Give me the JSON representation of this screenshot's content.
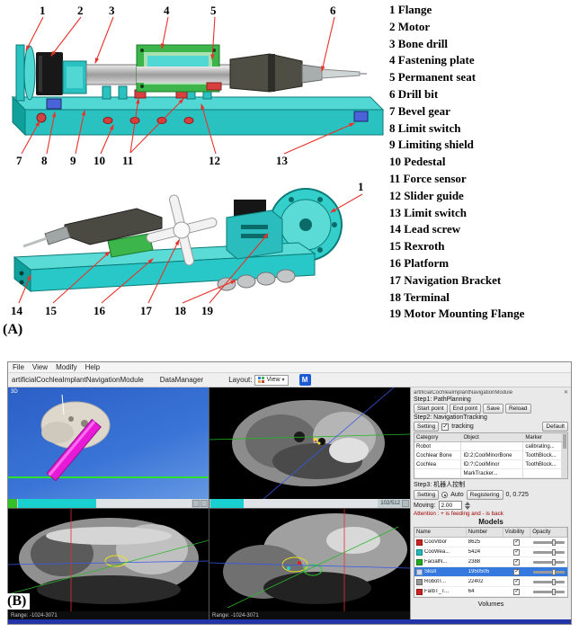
{
  "figure": {
    "label_a": "(A)",
    "label_b": "(B)"
  },
  "legend": {
    "items": [
      "1 Flange",
      "2 Motor",
      "3 Bone drill",
      "4 Fastening plate",
      "5 Permanent seat",
      "6 Drill bit",
      "7 Bevel gear",
      "8 Limit switch",
      "9 Limiting shield",
      "10 Pedestal",
      "11 Force sensor",
      "12 Slider guide",
      "13 Limit switch",
      "14 Lead screw",
      "15 Rexroth",
      "16 Platform",
      "17 Navigation Bracket",
      "18 Terminal",
      "19 Motor Mounting Flange"
    ]
  },
  "callouts": {
    "side_top": [
      "1",
      "2",
      "3",
      "4",
      "5",
      "6"
    ],
    "side_bottom": [
      "7",
      "8",
      "9",
      "10",
      "11",
      "12",
      "13"
    ],
    "iso": [
      "14",
      "15",
      "16",
      "17",
      "18",
      "19"
    ],
    "iso_flange": "1"
  },
  "colors": {
    "device_teal": "#2ac2c0",
    "plate_green": "#3cb54a",
    "leader_red": "#e8322a",
    "drill_magenta": "#e81ad8",
    "selected_row_blue": "#3579de"
  },
  "app": {
    "icons": {
      "check": "✓",
      "close": "✕",
      "dropdown": "▾"
    },
    "menu": {
      "items": [
        "File",
        "View",
        "Modify",
        "Help"
      ]
    },
    "toolbar": {
      "module_title": "artificialCochleaImplantNavigationModule",
      "data_manager": "DataManager",
      "layout_label": "Layout:",
      "layout_value": "View",
      "m_button": "M"
    },
    "viewports": {
      "threed_label": "3D",
      "axial_slice": "102/512",
      "coronal_status": "Range: -1024-3071",
      "sagittal_status": "Range: -1024-3071"
    },
    "panel": {
      "header": "artificialCochleaImplantNavigationModule",
      "step1_label": "Step1:  PathPlanning",
      "step1_buttons": [
        "Start point",
        "End point",
        "Save",
        "Reload"
      ],
      "step2_label": "Step2:  NavigationTracking",
      "setting_button": "Setting",
      "tracking_label": "tracking",
      "default_button": "Default",
      "object_table": {
        "headers": [
          "Category",
          "Object",
          "Marker"
        ],
        "rows": [
          [
            "Robot",
            "",
            "calibrating..."
          ],
          [
            "Cochlear Bone",
            "ID:2;CoolMinorBone",
            "ToothBlock..."
          ],
          [
            "Cochlea",
            "ID:?;CoolMinor",
            "ToothBlock..."
          ],
          [
            "",
            "MarkTracker...",
            ""
          ]
        ]
      },
      "step3_label": "Step3:  机器人控制",
      "step3_setting": "Setting",
      "auto_label": "Auto",
      "registering_button": "Registering",
      "feed_value": "0, 0.725",
      "moving_label": "Moving:",
      "moving_value": "2.00",
      "attention": "Attention : + is feeding and - is back",
      "models": {
        "title": "Models",
        "headers": [
          "Name",
          "Number",
          "Visibility",
          "Opacity"
        ],
        "rows": [
          {
            "name": "CooVibor",
            "number": "8625",
            "color": "#cc2222"
          },
          {
            "name": "CooWea...",
            "number": "5424",
            "color": "#22bbbb"
          },
          {
            "name": "FacialN...",
            "number": "2388",
            "color": "#22aa22"
          },
          {
            "name": "Skull",
            "number": "1950505",
            "color": "#c8d8ee",
            "row_bg": "#3579de",
            "row_fg": "#ffffff"
          },
          {
            "name": "RobotT...",
            "number": "22402",
            "color": "#999999"
          },
          {
            "name": "FaIbT_T...",
            "number": "64",
            "color": "#cc2222"
          }
        ]
      },
      "volumes_label": "Volumes"
    }
  }
}
